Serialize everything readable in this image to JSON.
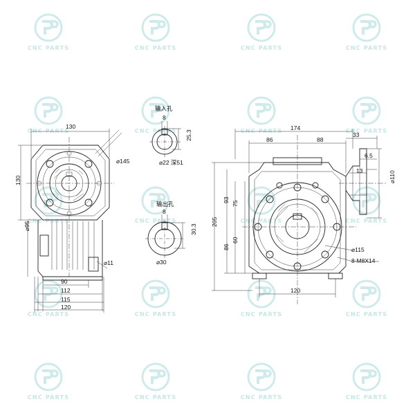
{
  "watermark": {
    "text": "CNC PARTS"
  },
  "front_view": {
    "dim_top_width": "130",
    "dim_left_height": "130",
    "dim_flange_dia": "⌀145",
    "dim_left_dia": "⌀95",
    "dim_hole_dia": "⌀11",
    "dim_90": "90",
    "dim_112": "112",
    "dim_115": "115",
    "dim_120": "120"
  },
  "input_hole": {
    "title": "输入孔",
    "key_width": "8",
    "key_depth": "25.3",
    "bore": "⌀22 深51"
  },
  "output_hole": {
    "title": "输出孔",
    "key_width": "8",
    "key_depth": "30.3",
    "bore": "⌀30"
  },
  "side_view": {
    "dim_174": "174",
    "dim_86": "86",
    "dim_88": "88",
    "dim_33": "33",
    "dim_6_5": "6.5",
    "dim_13": "13",
    "dim_110": "⌀110",
    "dim_205": "205",
    "dim_93": "93",
    "dim_75": "75",
    "dim_86b": "86",
    "dim_60": "60",
    "dim_115": "⌀115",
    "dim_thread": "8-M8X14",
    "dim_120": "120"
  }
}
